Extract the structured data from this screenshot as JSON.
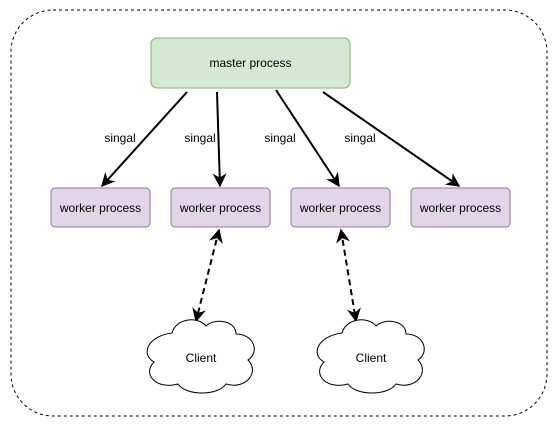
{
  "master": {
    "label": "master process",
    "fill": "#d5e8d4",
    "stroke": "#82b366"
  },
  "workers": [
    {
      "label": "worker process"
    },
    {
      "label": "worker process"
    },
    {
      "label": "worker process"
    },
    {
      "label": "worker process"
    }
  ],
  "worker_style": {
    "fill": "#e1d5e7",
    "stroke": "#9673a6"
  },
  "signals": [
    {
      "label": "singal"
    },
    {
      "label": "singal"
    },
    {
      "label": "singal"
    },
    {
      "label": "singal"
    }
  ],
  "clients": [
    {
      "label": "Client"
    },
    {
      "label": "Client"
    }
  ],
  "colors": {
    "line": "#000000",
    "boundary": "#000000"
  }
}
